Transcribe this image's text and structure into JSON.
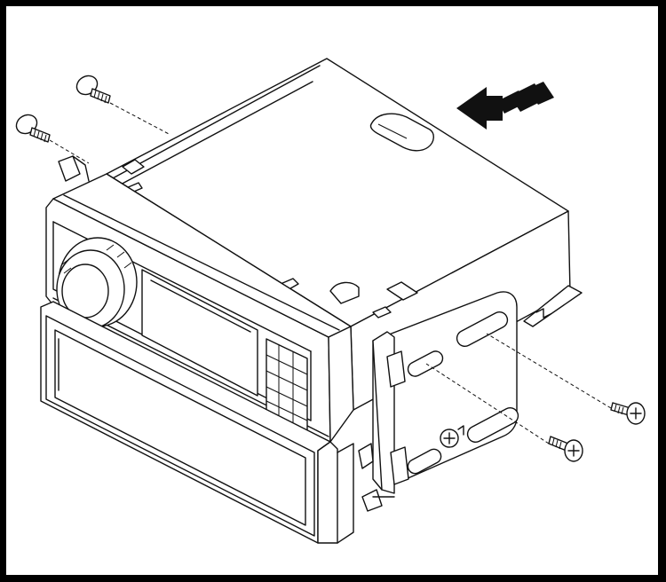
{
  "figure": {
    "subject": "car-stereo-head-unit-installation",
    "parts": [
      "sleeve-chassis",
      "head-unit-faceplate",
      "volume-knob",
      "display-window",
      "preset-button-grid",
      "storage-pocket",
      "side-mounting-bracket",
      "insertion-arrow",
      "screw-top-left",
      "screw-left",
      "screw-right-upper",
      "screw-right-lower"
    ],
    "colors": {
      "frame": "#000000",
      "background": "#ffffff",
      "line": "#111111"
    }
  }
}
